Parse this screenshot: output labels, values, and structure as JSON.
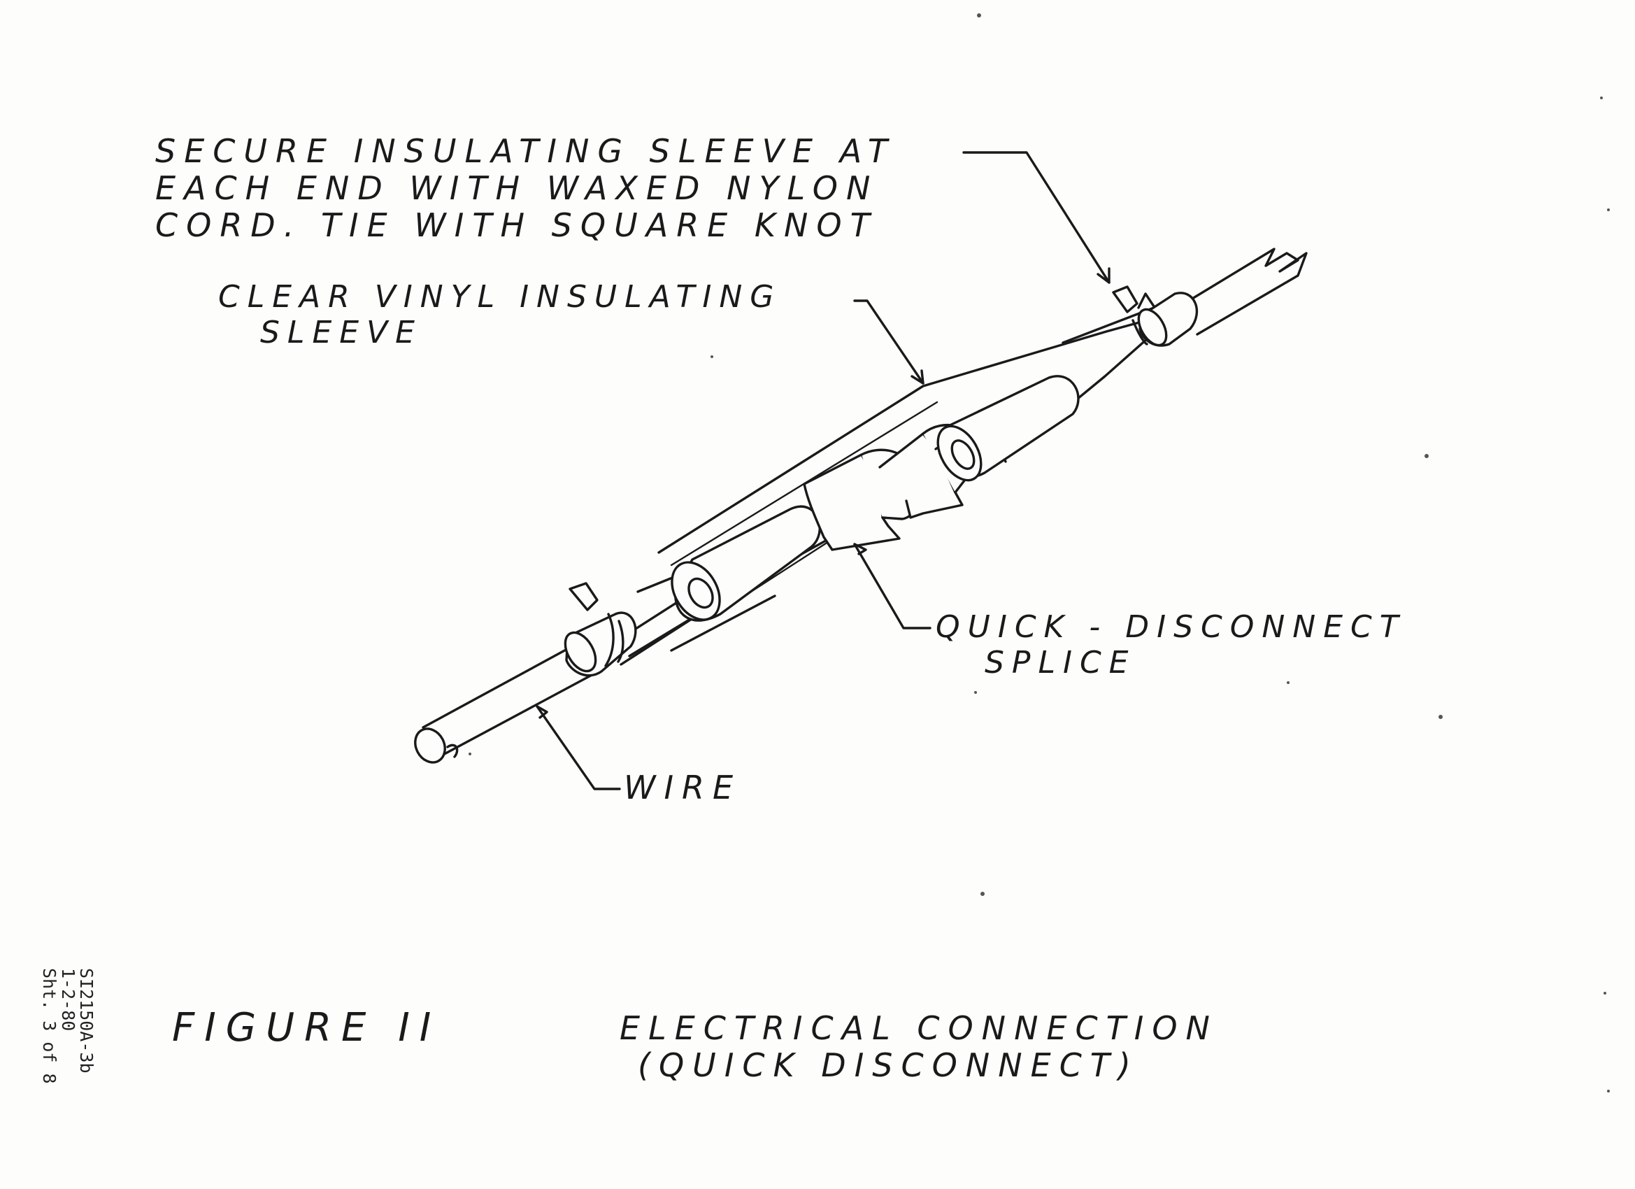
{
  "callouts": {
    "secure": [
      "SECURE  INSULATING  SLEEVE  AT",
      "EACH END  WITH WAXED  NYLON",
      "CORD.  TIE  WITH  SQUARE  KNOT"
    ],
    "sleeve": [
      "CLEAR  VINYL  INSULATING",
      "SLEEVE"
    ],
    "splice": [
      "QUICK - DISCONNECT",
      "SPLICE"
    ],
    "wire": "WIRE"
  },
  "figure_label": "FIGURE II",
  "caption": [
    "ELECTRICAL  CONNECTION",
    "(QUICK   DISCONNECT)"
  ],
  "doc_ref": [
    "SI2150A-3b",
    "1-2-80",
    "Sht. 3 of 8"
  ]
}
